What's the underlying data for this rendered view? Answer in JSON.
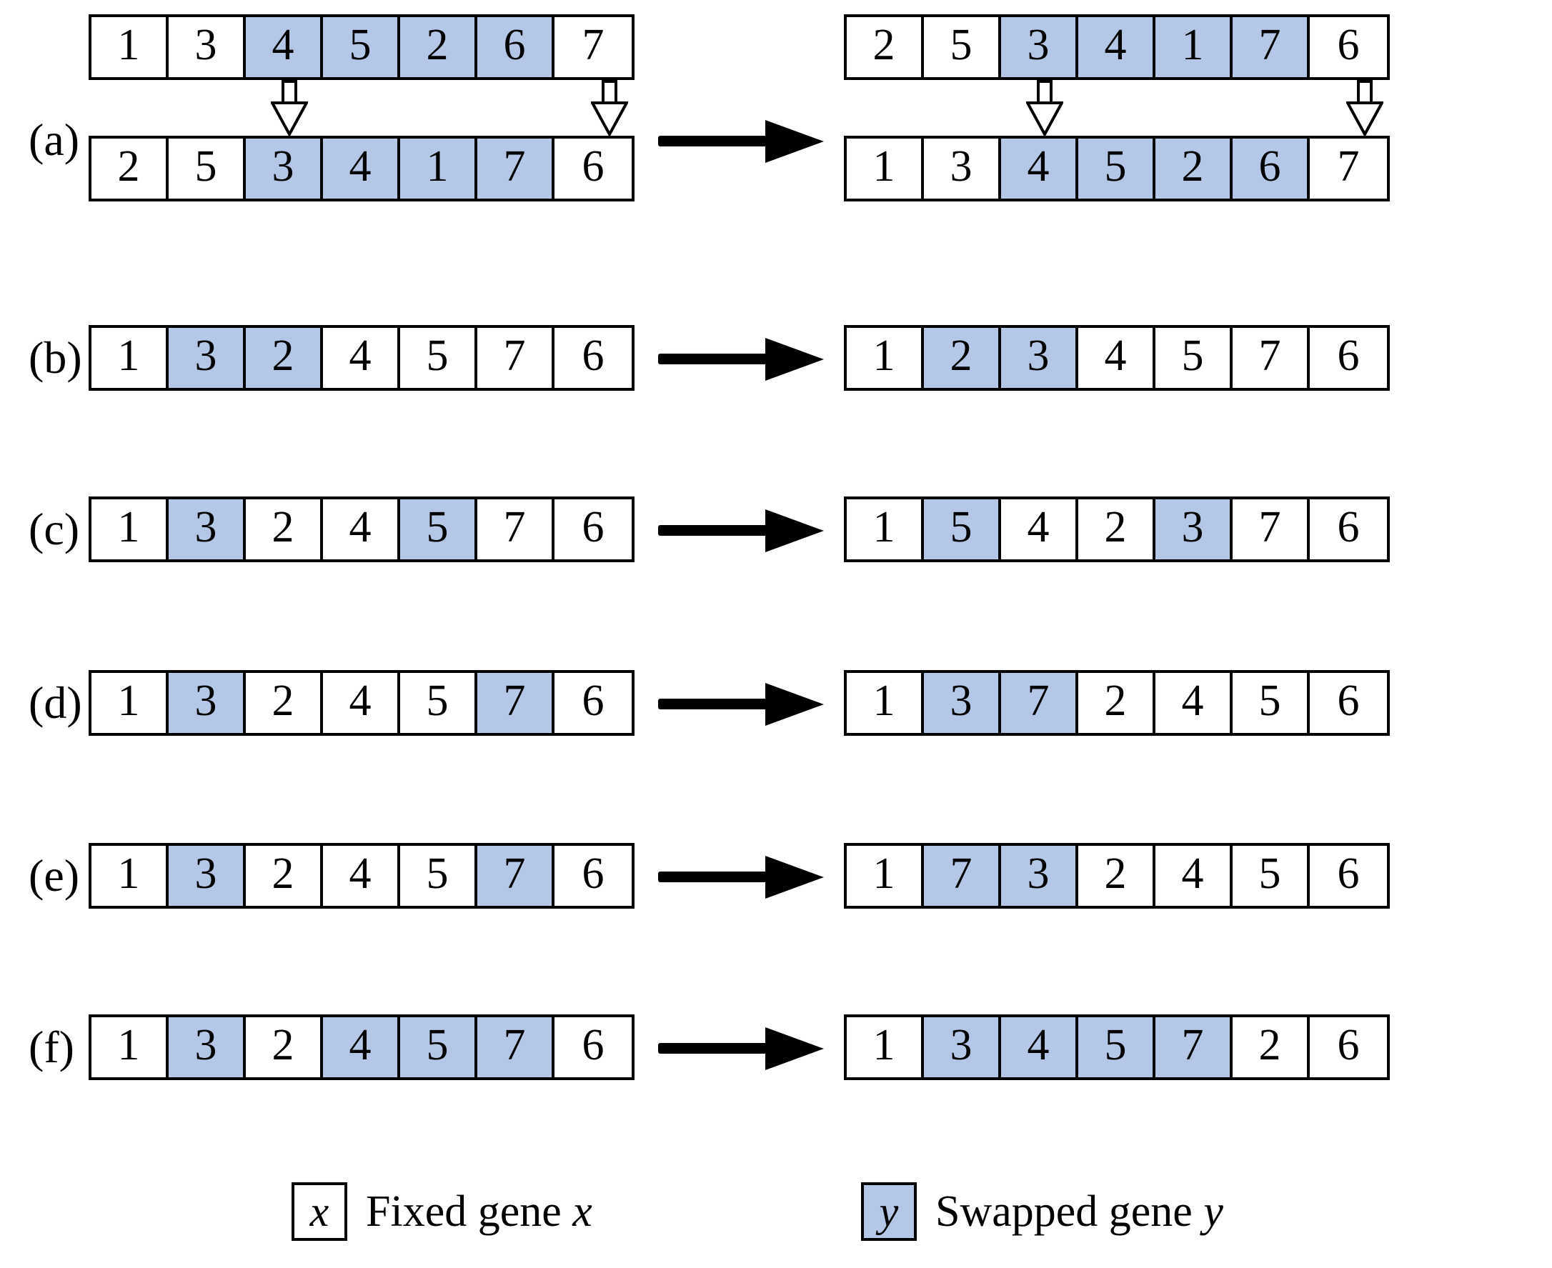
{
  "figure": {
    "type": "diagram",
    "title": "Gene swapping operators on permutation chromosomes",
    "colors": {
      "swapped_gene_fill": "#b4c7e7",
      "fixed_gene_fill": "#ffffff",
      "border": "#000000",
      "arrow": "#000000"
    }
  },
  "rows": [
    {
      "label": "(a)",
      "kind": "two-panel-crossover",
      "left": {
        "top": {
          "values": [
            "1",
            "3",
            "4",
            "5",
            "2",
            "6",
            "7"
          ],
          "swapped": [
            false,
            false,
            true,
            true,
            true,
            true,
            false
          ]
        },
        "bottom": {
          "values": [
            "2",
            "5",
            "3",
            "4",
            "1",
            "7",
            "6"
          ],
          "swapped": [
            false,
            false,
            true,
            true,
            true,
            true,
            false
          ]
        },
        "down_arrows_at": [
          2,
          5
        ]
      },
      "right": {
        "top": {
          "values": [
            "2",
            "5",
            "3",
            "4",
            "1",
            "7",
            "6"
          ],
          "swapped": [
            false,
            false,
            true,
            true,
            true,
            true,
            false
          ]
        },
        "bottom": {
          "values": [
            "1",
            "3",
            "4",
            "5",
            "2",
            "6",
            "7"
          ],
          "swapped": [
            false,
            false,
            true,
            true,
            true,
            true,
            false
          ]
        },
        "down_arrows_at": [
          2,
          5
        ]
      }
    },
    {
      "label": "(b)",
      "kind": "single-transform",
      "left": {
        "values": [
          "1",
          "3",
          "2",
          "4",
          "5",
          "7",
          "6"
        ],
        "swapped": [
          false,
          true,
          true,
          false,
          false,
          false,
          false
        ]
      },
      "right": {
        "values": [
          "1",
          "2",
          "3",
          "4",
          "5",
          "7",
          "6"
        ],
        "swapped": [
          false,
          true,
          true,
          false,
          false,
          false,
          false
        ]
      }
    },
    {
      "label": "(c)",
      "kind": "single-transform",
      "left": {
        "values": [
          "1",
          "3",
          "2",
          "4",
          "5",
          "7",
          "6"
        ],
        "swapped": [
          false,
          true,
          false,
          false,
          true,
          false,
          false
        ]
      },
      "right": {
        "values": [
          "1",
          "5",
          "4",
          "2",
          "3",
          "7",
          "6"
        ],
        "swapped": [
          false,
          true,
          false,
          false,
          true,
          false,
          false
        ]
      }
    },
    {
      "label": "(d)",
      "kind": "single-transform",
      "left": {
        "values": [
          "1",
          "3",
          "2",
          "4",
          "5",
          "7",
          "6"
        ],
        "swapped": [
          false,
          true,
          false,
          false,
          false,
          true,
          false
        ]
      },
      "right": {
        "values": [
          "1",
          "3",
          "7",
          "2",
          "4",
          "5",
          "6"
        ],
        "swapped": [
          false,
          true,
          true,
          false,
          false,
          false,
          false
        ]
      }
    },
    {
      "label": "(e)",
      "kind": "single-transform",
      "left": {
        "values": [
          "1",
          "3",
          "2",
          "4",
          "5",
          "7",
          "6"
        ],
        "swapped": [
          false,
          true,
          false,
          false,
          false,
          true,
          false
        ]
      },
      "right": {
        "values": [
          "1",
          "7",
          "3",
          "2",
          "4",
          "5",
          "6"
        ],
        "swapped": [
          false,
          true,
          true,
          false,
          false,
          false,
          false
        ]
      }
    },
    {
      "label": "(f)",
      "kind": "single-transform",
      "left": {
        "values": [
          "1",
          "3",
          "2",
          "4",
          "5",
          "7",
          "6"
        ],
        "swapped": [
          false,
          true,
          false,
          true,
          true,
          true,
          false
        ]
      },
      "right": {
        "values": [
          "1",
          "3",
          "4",
          "5",
          "7",
          "2",
          "6"
        ],
        "swapped": [
          false,
          true,
          true,
          true,
          true,
          false,
          false
        ]
      }
    }
  ],
  "legend": {
    "fixed": {
      "symbol": "x",
      "label_prefix": "Fixed gene ",
      "label_symbol": "x"
    },
    "swapped": {
      "symbol": "y",
      "label_prefix": "Swapped gene ",
      "label_symbol": "y"
    }
  }
}
